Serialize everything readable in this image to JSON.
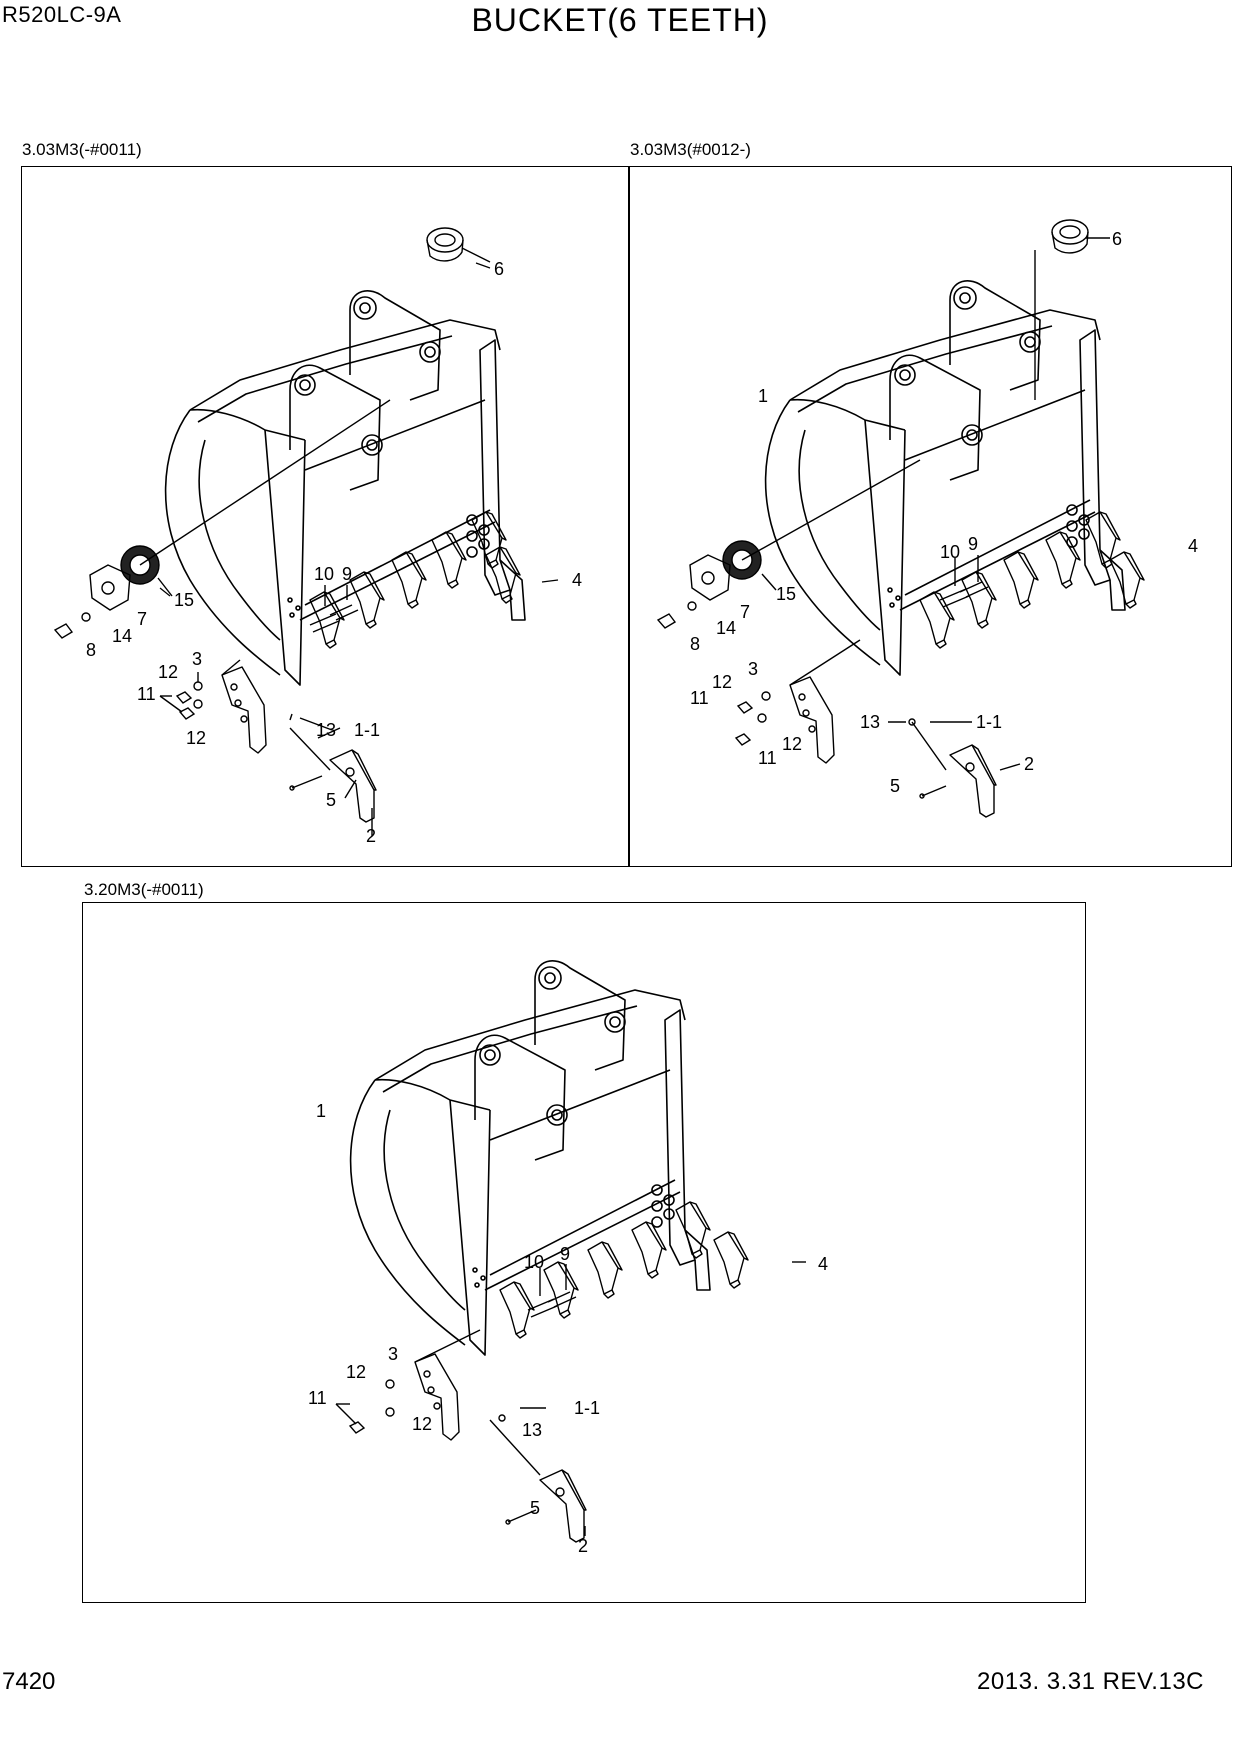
{
  "header": {
    "model": "R520LC-9A",
    "title": "BUCKET(6 TEETH)"
  },
  "footer": {
    "page_number": "7420",
    "date_revision": "2013. 3.31  REV.13C"
  },
  "panels": [
    {
      "label": "3.03M3(-#0011)",
      "callouts": {
        "p6": "6",
        "p15": "15",
        "p7": "7",
        "p14": "14",
        "p8": "8",
        "p10": "10",
        "p9": "9",
        "p4": "4",
        "p3": "3",
        "p12a": "12",
        "p11": "11",
        "p12b": "12",
        "p13": "13",
        "p1_1": "1-1",
        "p5": "5",
        "p2": "2"
      }
    },
    {
      "label": "3.03M3(#0012-)",
      "callouts": {
        "p6": "6",
        "p1": "1",
        "p10": "10",
        "p9": "9",
        "p4": "4",
        "p15": "15",
        "p7": "7",
        "p14": "14",
        "p8": "8",
        "p3": "3",
        "p12a": "12",
        "p11a": "11",
        "p12b": "12",
        "p11b": "11",
        "p13": "13",
        "p1_1": "1-1",
        "p2": "2",
        "p5": "5"
      }
    },
    {
      "label": "3.20M3(-#0011)",
      "callouts": {
        "p1": "1",
        "p10": "10",
        "p9": "9",
        "p4": "4",
        "p3": "3",
        "p12a": "12",
        "p11": "11",
        "p12b": "12",
        "p13": "13",
        "p1_1": "1-1",
        "p5": "5",
        "p2": "2"
      }
    }
  ]
}
